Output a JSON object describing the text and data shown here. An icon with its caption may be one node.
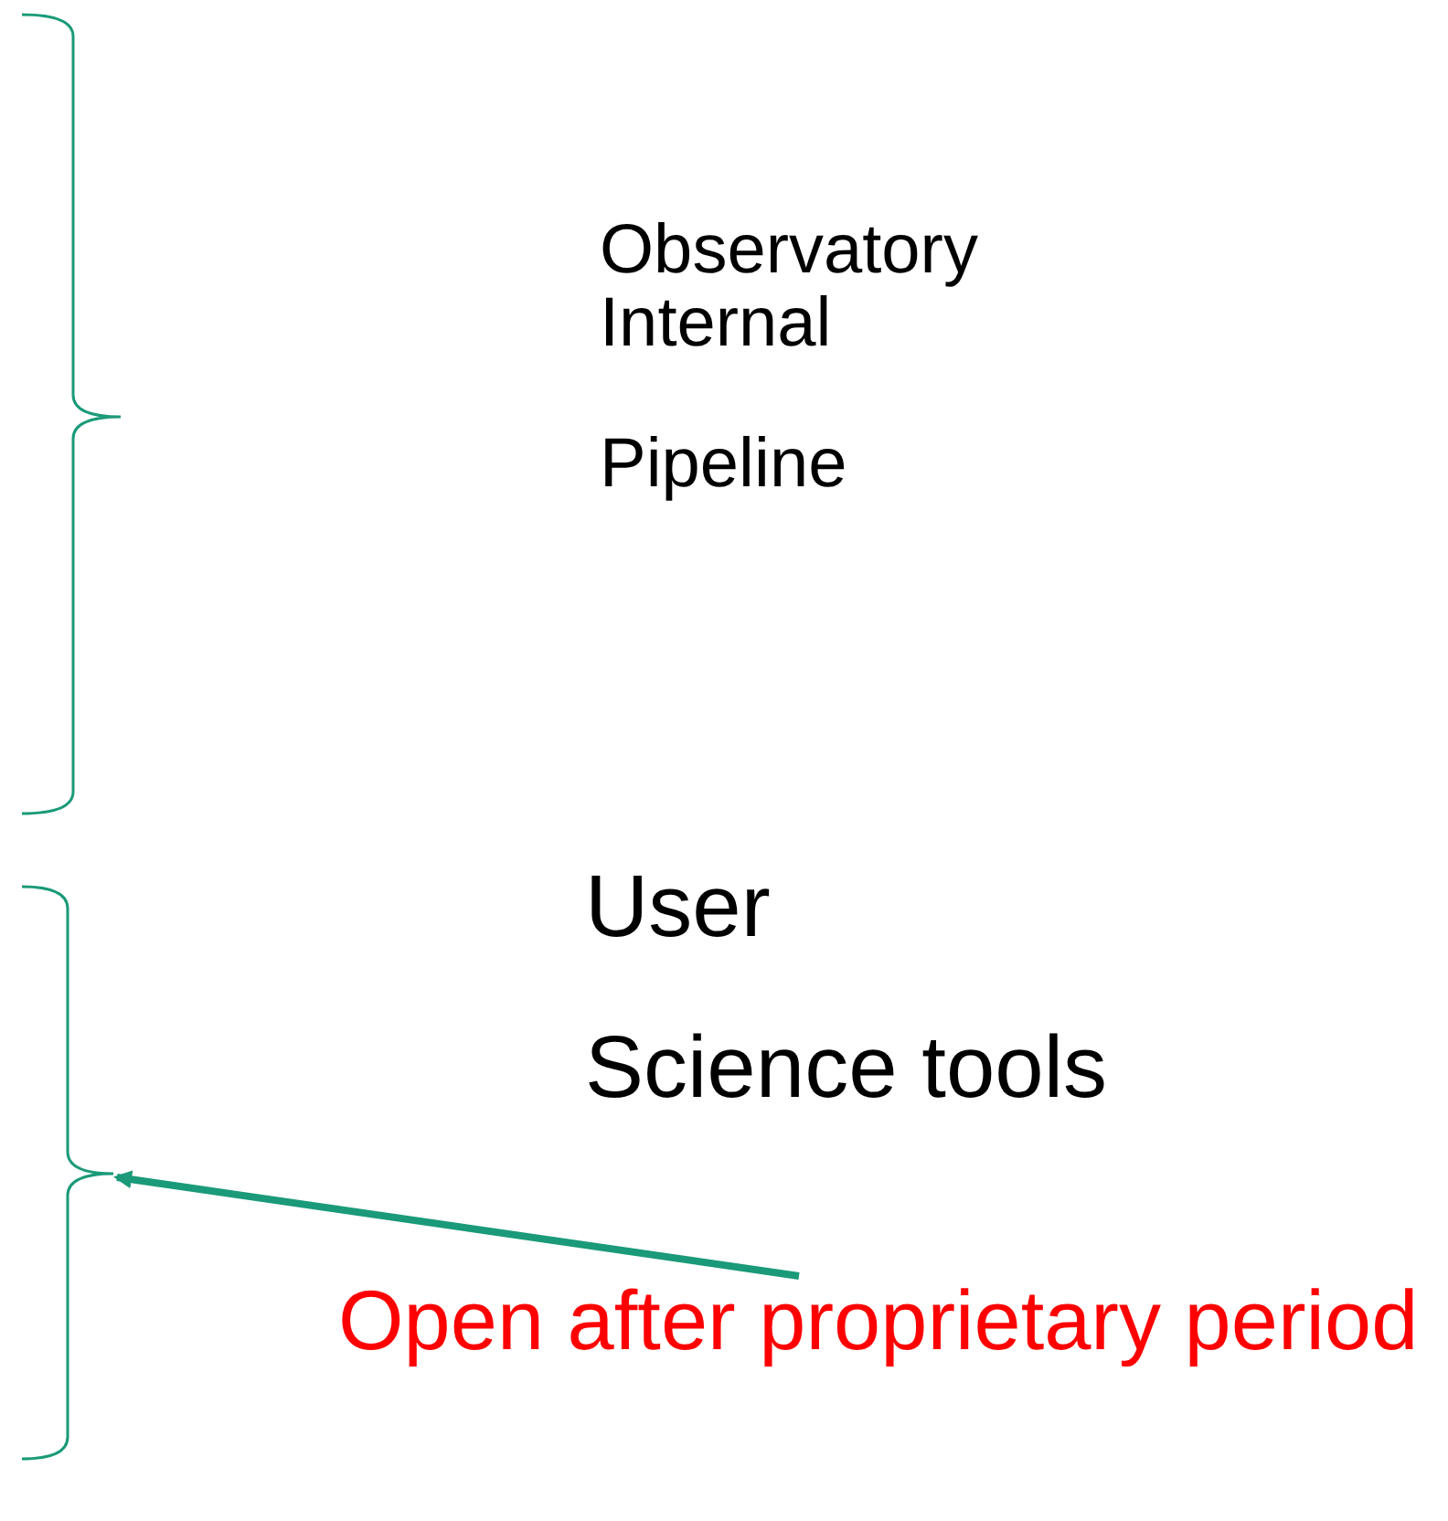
{
  "diagram": {
    "nodes": [
      {
        "text": [
          "Open after proprietary period"
        ]
      },
      {
        "text": [],
        "shape": "bracket"
      }
    ],
    "edges": [
      {
        "from": 0,
        "to": 1,
        "arrow": "to",
        "color": "#1a9a78"
      }
    ],
    "labels": [
      "Observatory Internal",
      "Pipeline",
      "User",
      "Science tools"
    ]
  }
}
